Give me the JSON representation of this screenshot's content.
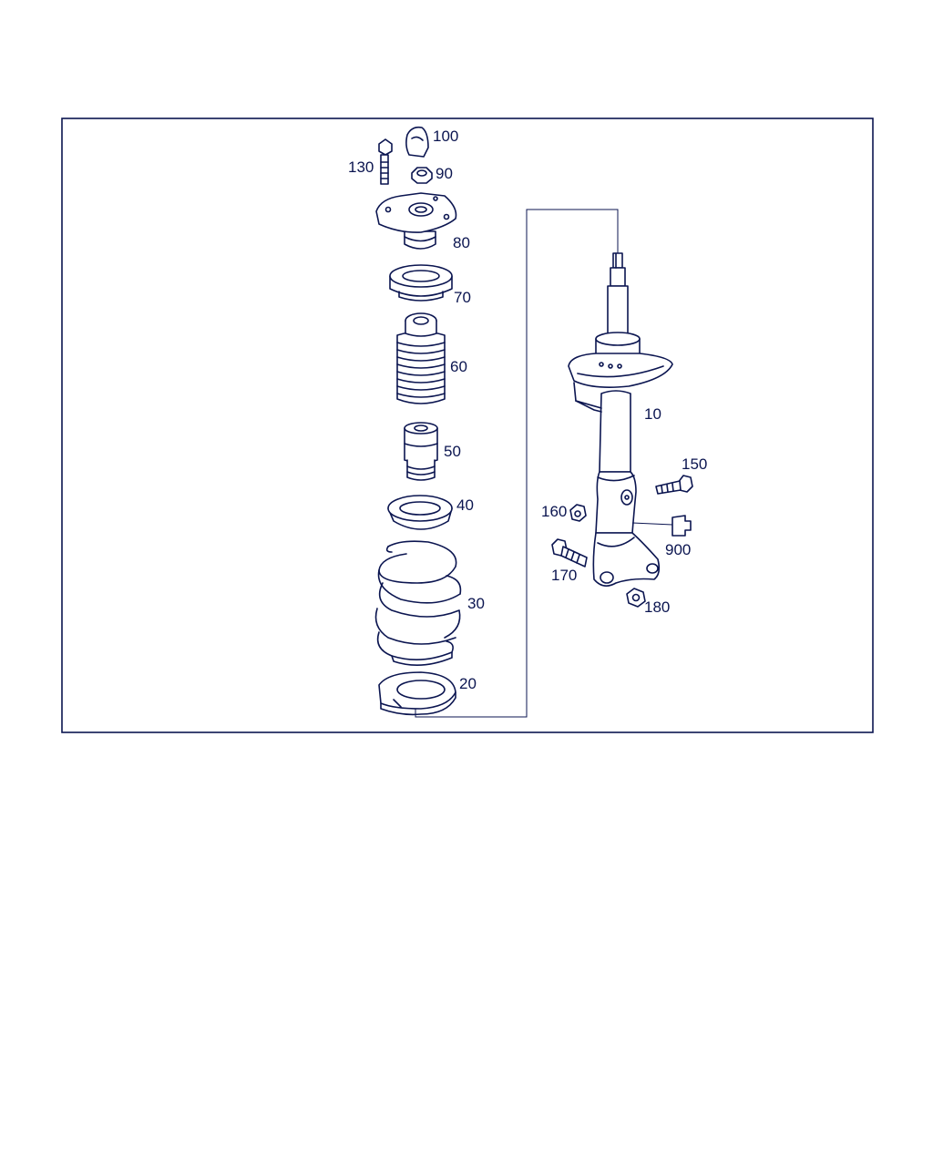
{
  "colors": {
    "line": "#0b1550",
    "background": "#ffffff"
  },
  "parts": [
    {
      "id": "p10",
      "label": "10",
      "name": "strut-shock-absorber"
    },
    {
      "id": "p20",
      "label": "20",
      "name": "lower-spring-seat"
    },
    {
      "id": "p30",
      "label": "30",
      "name": "coil-spring"
    },
    {
      "id": "p40",
      "label": "40",
      "name": "upper-spring-seat"
    },
    {
      "id": "p50",
      "label": "50",
      "name": "bump-stop"
    },
    {
      "id": "p60",
      "label": "60",
      "name": "dust-boot"
    },
    {
      "id": "p70",
      "label": "70",
      "name": "strut-bearing"
    },
    {
      "id": "p80",
      "label": "80",
      "name": "strut-mount"
    },
    {
      "id": "p90",
      "label": "90",
      "name": "nut"
    },
    {
      "id": "p100",
      "label": "100",
      "name": "protective-cap"
    },
    {
      "id": "p130",
      "label": "130",
      "name": "mount-bolt"
    },
    {
      "id": "p150",
      "label": "150",
      "name": "bolt"
    },
    {
      "id": "p160",
      "label": "160",
      "name": "nut"
    },
    {
      "id": "p170",
      "label": "170",
      "name": "bolt"
    },
    {
      "id": "p180",
      "label": "180",
      "name": "nut"
    },
    {
      "id": "p900",
      "label": "900",
      "name": "bracket-clip"
    }
  ]
}
